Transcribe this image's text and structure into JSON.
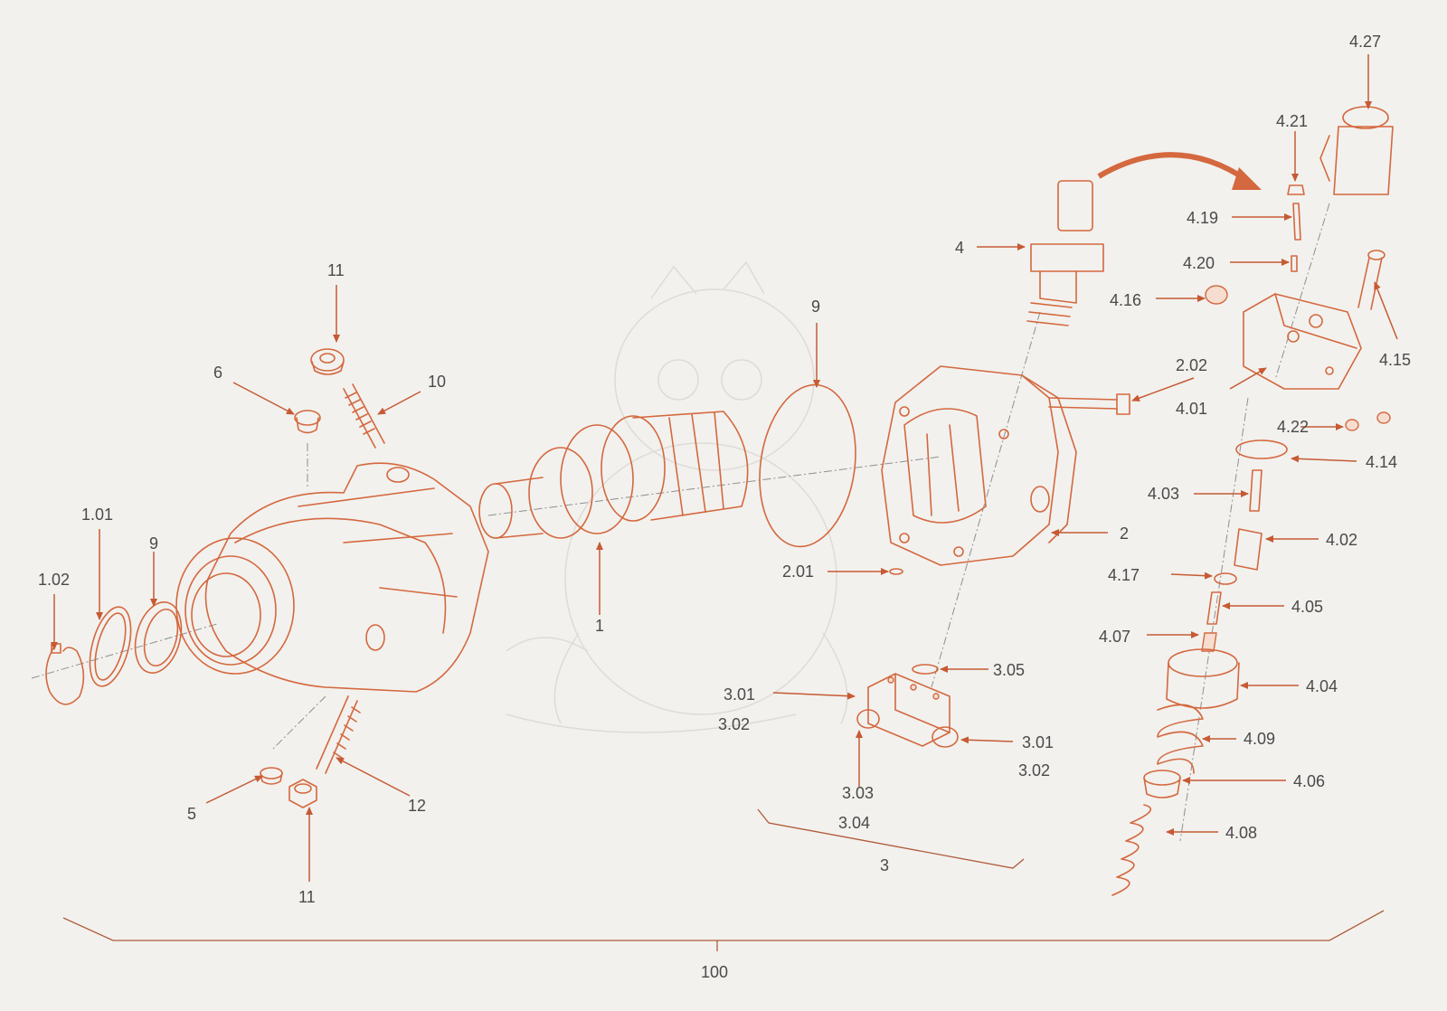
{
  "diagram": {
    "callouts": [
      {
        "id": "lbl-4-27",
        "text": "4.27"
      },
      {
        "id": "lbl-4-21",
        "text": "4.21"
      },
      {
        "id": "lbl-4-19",
        "text": "4.19"
      },
      {
        "id": "lbl-4",
        "text": "4"
      },
      {
        "id": "lbl-4-20",
        "text": "4.20"
      },
      {
        "id": "lbl-4-16",
        "text": "4.16"
      },
      {
        "id": "lbl-4-15",
        "text": "4.15"
      },
      {
        "id": "lbl-4-01",
        "text": "4.01"
      },
      {
        "id": "lbl-4-22",
        "text": "4.22"
      },
      {
        "id": "lbl-4-14",
        "text": "4.14"
      },
      {
        "id": "lbl-4-03",
        "text": "4.03"
      },
      {
        "id": "lbl-4-02",
        "text": "4.02"
      },
      {
        "id": "lbl-4-17",
        "text": "4.17"
      },
      {
        "id": "lbl-4-05",
        "text": "4.05"
      },
      {
        "id": "lbl-4-07",
        "text": "4.07"
      },
      {
        "id": "lbl-4-04",
        "text": "4.04"
      },
      {
        "id": "lbl-4-09",
        "text": "4.09"
      },
      {
        "id": "lbl-4-06",
        "text": "4.06"
      },
      {
        "id": "lbl-4-08",
        "text": "4.08"
      },
      {
        "id": "lbl-2-02",
        "text": "2.02"
      },
      {
        "id": "lbl-2",
        "text": "2"
      },
      {
        "id": "lbl-2-01",
        "text": "2.01"
      },
      {
        "id": "lbl-9-disc",
        "text": "9"
      },
      {
        "id": "lbl-1",
        "text": "1"
      },
      {
        "id": "lbl-3-05",
        "text": "3.05"
      },
      {
        "id": "lbl-3-01-left",
        "text": "3.01"
      },
      {
        "id": "lbl-3-02-left",
        "text": "3.02"
      },
      {
        "id": "lbl-3-01-right",
        "text": "3.01"
      },
      {
        "id": "lbl-3-02-right",
        "text": "3.02"
      },
      {
        "id": "lbl-3-03",
        "text": "3.03"
      },
      {
        "id": "lbl-3-04",
        "text": "3.04"
      },
      {
        "id": "lbl-3",
        "text": "3"
      },
      {
        "id": "lbl-11-top",
        "text": "11"
      },
      {
        "id": "lbl-10",
        "text": "10"
      },
      {
        "id": "lbl-6",
        "text": "6"
      },
      {
        "id": "lbl-1-01",
        "text": "1.01"
      },
      {
        "id": "lbl-9-ring",
        "text": "9"
      },
      {
        "id": "lbl-1-02",
        "text": "1.02"
      },
      {
        "id": "lbl-5",
        "text": "5"
      },
      {
        "id": "lbl-12",
        "text": "12"
      },
      {
        "id": "lbl-11-bottom",
        "text": "11"
      },
      {
        "id": "lbl-100",
        "text": "100"
      }
    ]
  },
  "colors": {
    "line": "#d4683e",
    "label": "#4a4a4a",
    "background": "#f2f1ee"
  }
}
